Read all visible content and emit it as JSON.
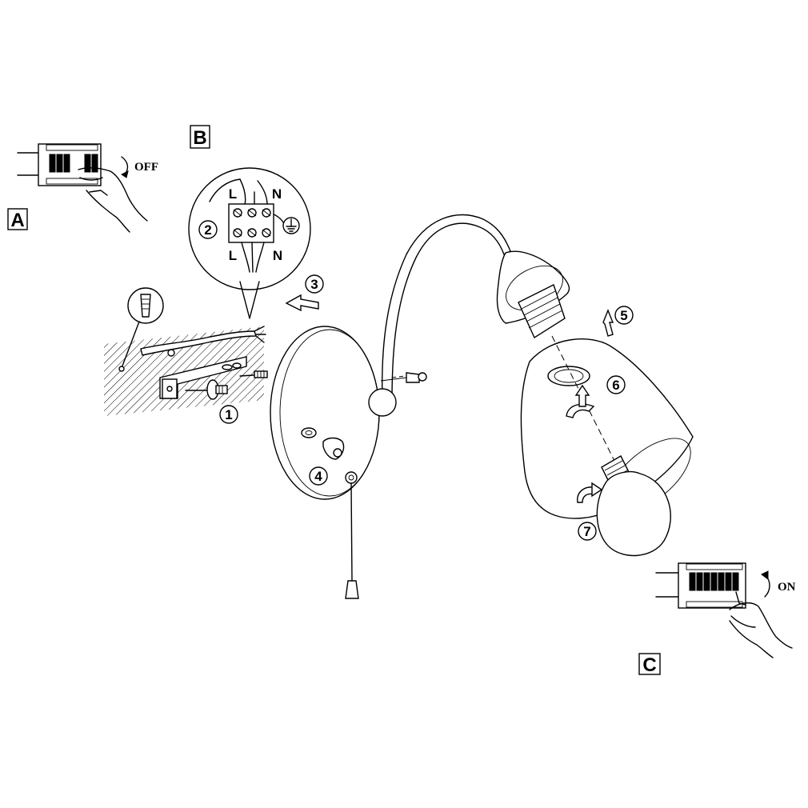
{
  "steps": {
    "a": "A",
    "b": "B",
    "c": "C",
    "s1": "1",
    "s2": "2",
    "s3": "3",
    "s4": "4",
    "s5": "5",
    "s6": "6",
    "s7": "7"
  },
  "switch_states": {
    "off": "OFF",
    "on": "ON"
  },
  "terminal_labels": {
    "live_top": "L",
    "neutral_top": "N",
    "live_bottom": "L",
    "neutral_bottom": "N"
  }
}
